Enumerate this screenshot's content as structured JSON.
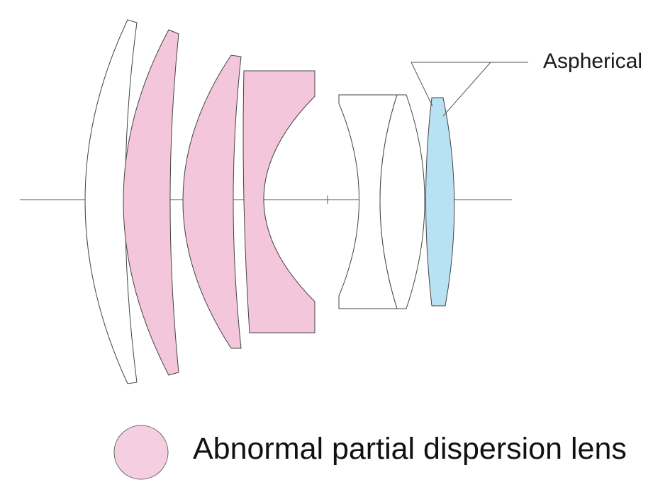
{
  "colors": {
    "abnormal_partial_dispersion": "#f3c6dc",
    "aspherical": "#b9e1f4",
    "plain_glass": "#ffffff",
    "outline": "#444444",
    "axis": "#555555"
  },
  "lens_elements": [
    {
      "name": "element-1",
      "type": "plain"
    },
    {
      "name": "element-2",
      "type": "abnormal-partial-dispersion"
    },
    {
      "name": "element-3",
      "type": "abnormal-partial-dispersion"
    },
    {
      "name": "element-4",
      "type": "abnormal-partial-dispersion"
    },
    {
      "name": "element-5",
      "type": "plain"
    },
    {
      "name": "element-6",
      "type": "plain"
    },
    {
      "name": "element-7",
      "type": "aspherical"
    }
  ],
  "callout": {
    "label": "Aspherical"
  },
  "legend": {
    "label": "Abnormal partial dispersion lens"
  }
}
